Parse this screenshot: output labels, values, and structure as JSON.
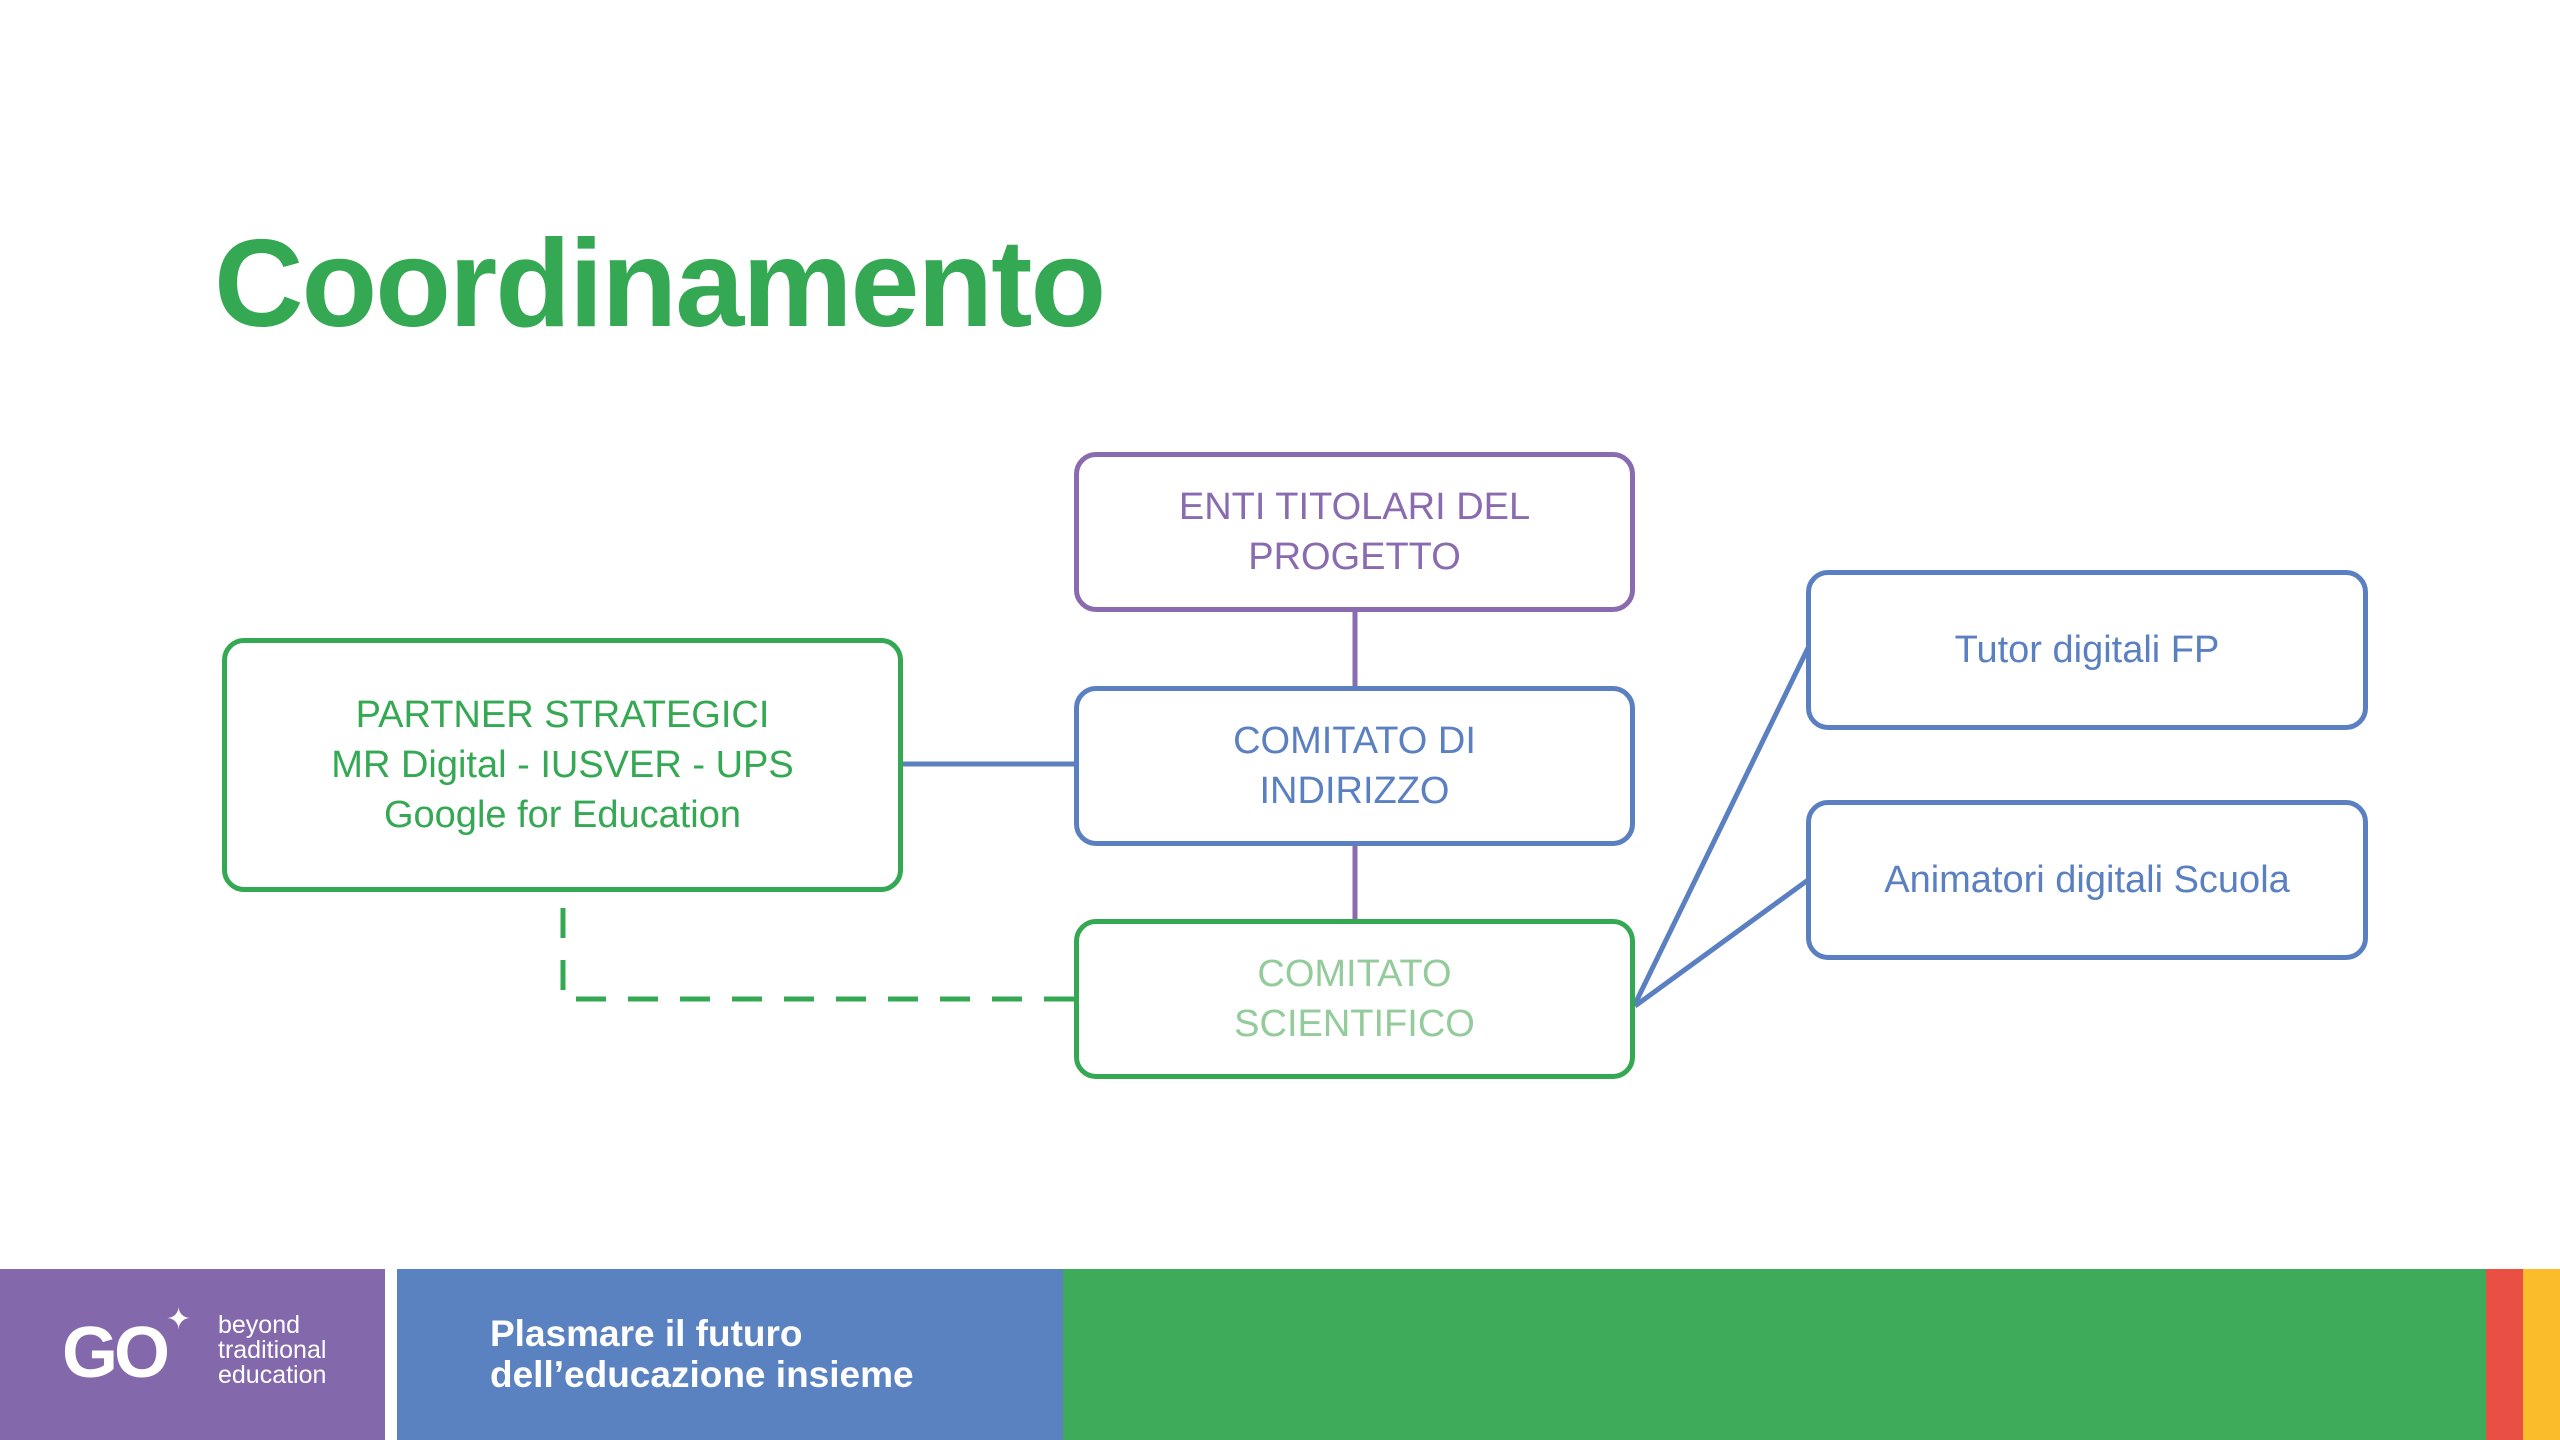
{
  "title": "Coordinamento",
  "nodes": {
    "enti": "ENTI TITOLARI DEL PROGETTO",
    "indirizzo": "COMITATO DI\nINDIRIZZO",
    "scientifico": "COMITATO\nSCIENTIFICO",
    "partner": "PARTNER STRATEGICI\nMR Digital - IUSVER - UPS\nGoogle for Education",
    "tutor": "Tutor digitali FP",
    "animatori": "Animatori digitali Scuola"
  },
  "footer": {
    "logo_mark": "GO",
    "logo_text": "beyond\ntraditional\neducation",
    "tagline": "Plasmare il futuro\ndell’educazione insieme"
  },
  "colors": {
    "green": "#34a853",
    "blue": "#5b80c2",
    "purple": "#8a6bb0",
    "red": "#ea4335",
    "yellow": "#fbbc04"
  }
}
